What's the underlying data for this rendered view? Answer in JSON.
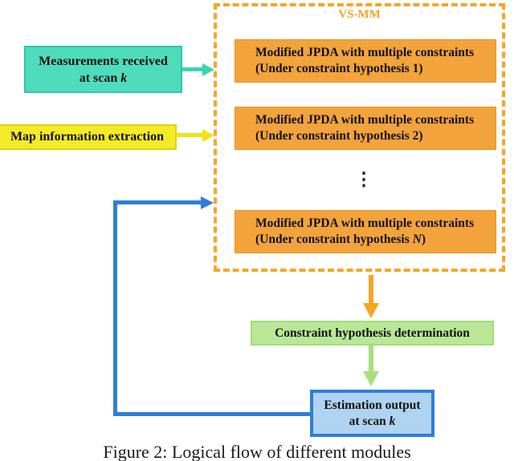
{
  "figure": {
    "caption": "Figure 2: Logical flow of different modules"
  },
  "colors": {
    "orange": "#F5A623",
    "orange_fill": "#F2A33C",
    "teal_fill": "#4FDCBD",
    "teal_arrow": "#3DD2B3",
    "yellow_fill": "#F4EB27",
    "yellow_arrow": "#EFE312",
    "green_fill": "#B9E797",
    "green_arrow": "#A9DF80",
    "blue": "#2E7FD6",
    "blue_fill": "#AFD3F0"
  },
  "nodes": {
    "measurements": {
      "line1": "Measurements received",
      "line2_prefix": "at scan ",
      "line2_var": "k"
    },
    "map": {
      "label": "Map information extraction"
    },
    "vsmm": {
      "title": "VS-MM",
      "ellipsis": "⋮",
      "boxes": [
        {
          "line1": "Modified JPDA with multiple constraints",
          "line2_prefix": "(Under constraint hypothesis ",
          "line2_var": "1",
          "line2_suffix": ")"
        },
        {
          "line1": "Modified JPDA with multiple constraints",
          "line2_prefix": "(Under constraint hypothesis ",
          "line2_var": "2",
          "line2_suffix": ")"
        },
        {
          "line1": "Modified JPDA with multiple constraints",
          "line2_prefix": "(Under constraint hypothesis ",
          "line2_var": "N",
          "line2_suffix": ")"
        }
      ]
    },
    "determination": {
      "label": "Constraint hypothesis determination"
    },
    "output": {
      "line1": "Estimation output",
      "line2_prefix": "at scan ",
      "line2_var": "k"
    }
  }
}
